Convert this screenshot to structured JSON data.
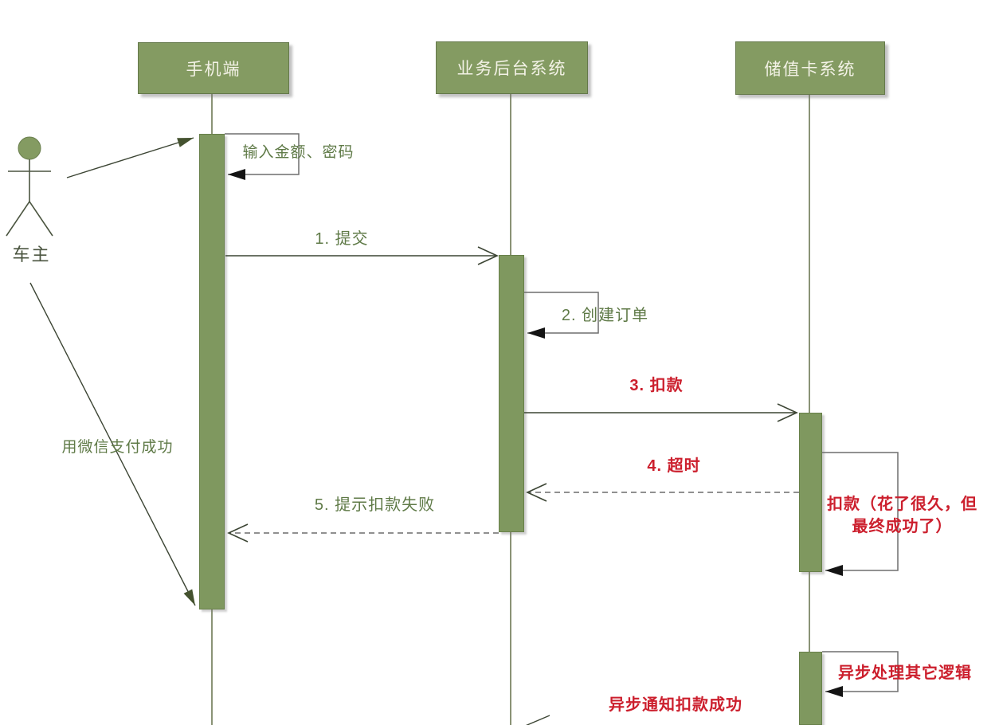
{
  "diagram": {
    "type": "uml-sequence",
    "actor": {
      "label": "车主"
    },
    "participants": [
      {
        "id": "mobile",
        "label": "手机端"
      },
      {
        "id": "backend",
        "label": "业务后台系统"
      },
      {
        "id": "card",
        "label": "储值卡系统"
      }
    ],
    "messages": {
      "input_password": {
        "label": "输入金额、密码",
        "from": "mobile",
        "to": "mobile",
        "kind": "self",
        "color": "green"
      },
      "submit": {
        "label": "1. 提交",
        "from": "mobile",
        "to": "backend",
        "kind": "sync",
        "color": "green"
      },
      "create_order": {
        "label": "2. 创建订单",
        "from": "backend",
        "to": "backend",
        "kind": "self",
        "color": "green"
      },
      "deduct": {
        "label": "3. 扣款",
        "from": "backend",
        "to": "card",
        "kind": "sync",
        "color": "red"
      },
      "timeout": {
        "label": "4. 超时",
        "from": "card",
        "to": "backend",
        "kind": "return-dashed",
        "color": "red"
      },
      "deduct_failed": {
        "label": "5. 提示扣款失败",
        "from": "backend",
        "to": "mobile",
        "kind": "return-dashed",
        "color": "green"
      },
      "wechat_success": {
        "label": "用微信支付成功",
        "from": "actor",
        "to": "mobile",
        "kind": "sync",
        "color": "green"
      },
      "deduct_slow": {
        "label": "扣款（花了很久，但最终成功了）",
        "from": "card",
        "to": "card",
        "kind": "self",
        "color": "red"
      },
      "async_other": {
        "label": "异步处理其它逻辑",
        "from": "card",
        "to": "card",
        "kind": "self",
        "color": "red"
      },
      "async_notify": {
        "label": "异步通知扣款成功",
        "from": "card",
        "to": "backend",
        "kind": "sync",
        "color": "red"
      }
    },
    "colors": {
      "participant_fill": "#849B62",
      "participant_border": "#64784A",
      "participant_text": "#F3F2E6",
      "activation_fill": "#7F985F",
      "lifeline": "#8A9376",
      "message_text_green": "#5F7A47",
      "message_text_red": "#CC1F2D",
      "line_dark": "#3C4534",
      "loop_box_gray": "#6F6F6F"
    }
  }
}
